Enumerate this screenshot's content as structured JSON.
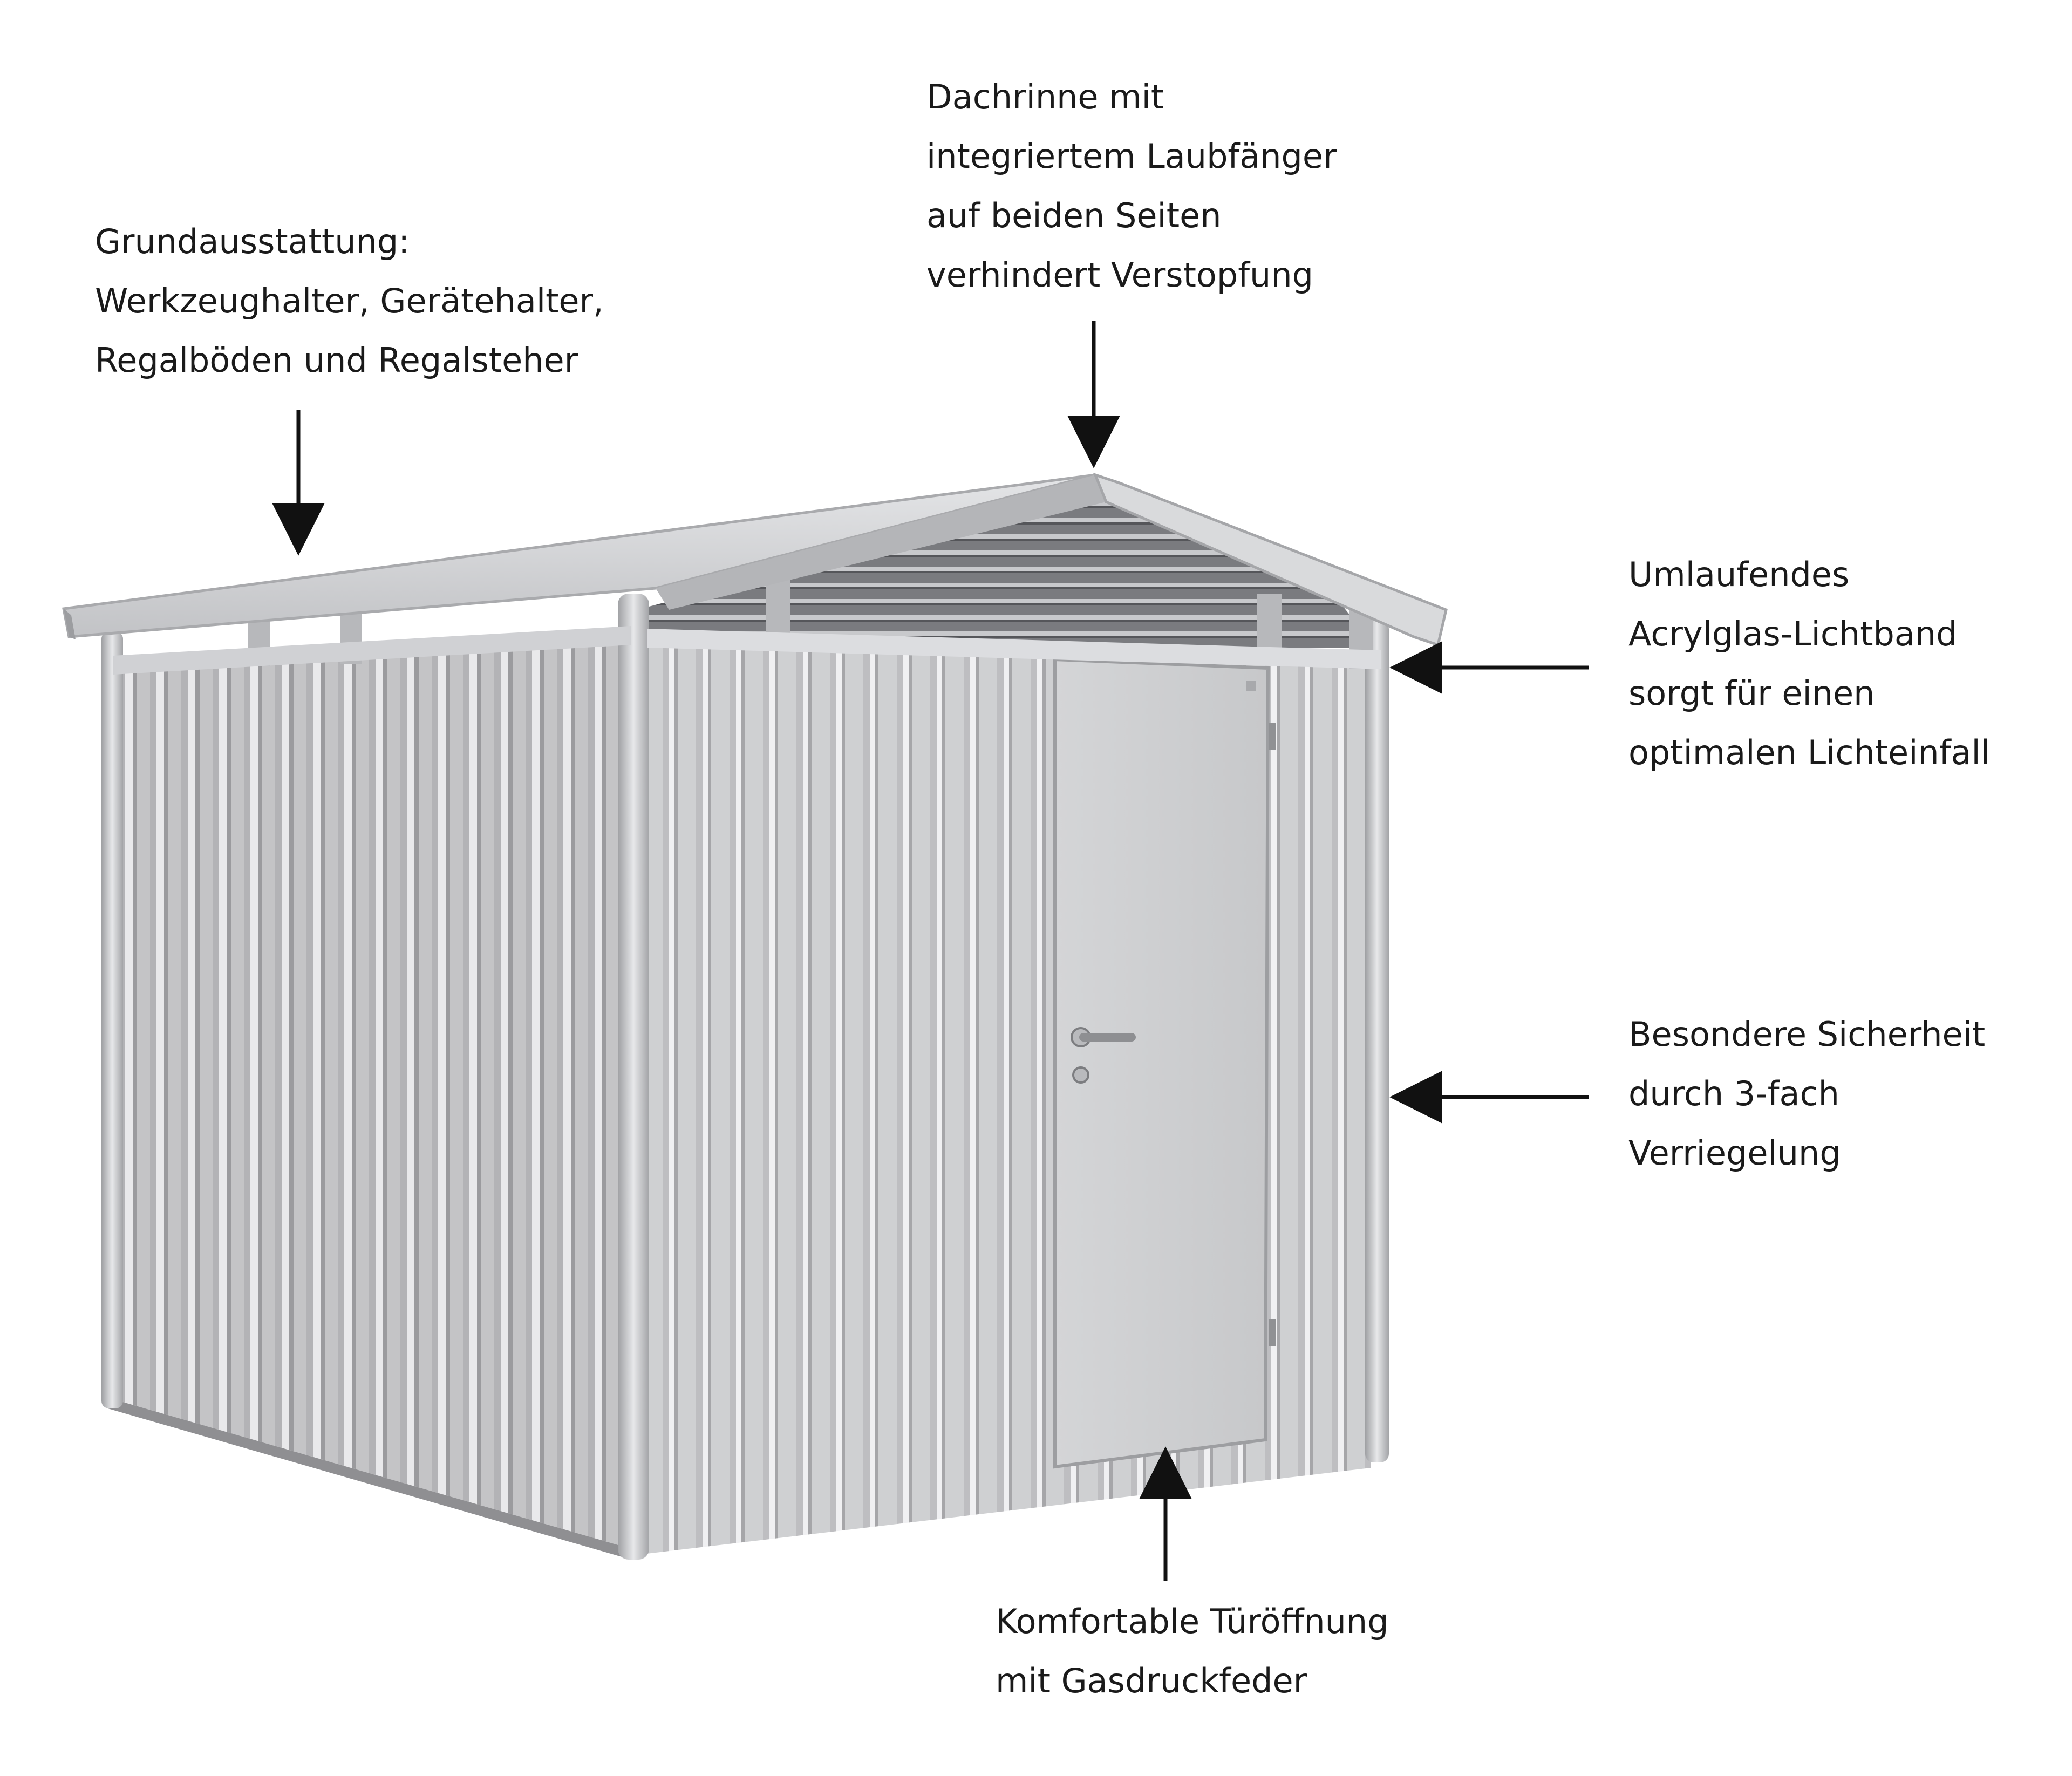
{
  "callouts": [
    {
      "id": "basic-equipment",
      "lines": [
        "Grundausstattung:",
        "Werkzeughalter, Gerätehalter,",
        "Regalböden und Regalsteher"
      ]
    },
    {
      "id": "gutter",
      "lines": [
        "Dachrinne mit",
        "integriertem Laubfänger",
        "auf beiden Seiten",
        "verhindert Verstopfung"
      ]
    },
    {
      "id": "skylight",
      "lines": [
        "Umlaufendes",
        "Acrylglas-Lichtband",
        "sorgt für einen",
        "optimalen Lichteinfall"
      ]
    },
    {
      "id": "security",
      "lines": [
        "Besondere Sicherheit",
        "durch 3-fach",
        "Verriegelung"
      ]
    },
    {
      "id": "door",
      "lines": [
        "Komfortable Türöffnung",
        "mit Gasdruckfeder"
      ]
    }
  ],
  "colors": {
    "background": "#ffffff",
    "text": "#1a1a1a",
    "arrow": "#111111",
    "panel": "#c9c9cb",
    "panel_dark": "#a9a9ac",
    "roof": "#d6d7d9",
    "frame": "#e2e3e5"
  }
}
